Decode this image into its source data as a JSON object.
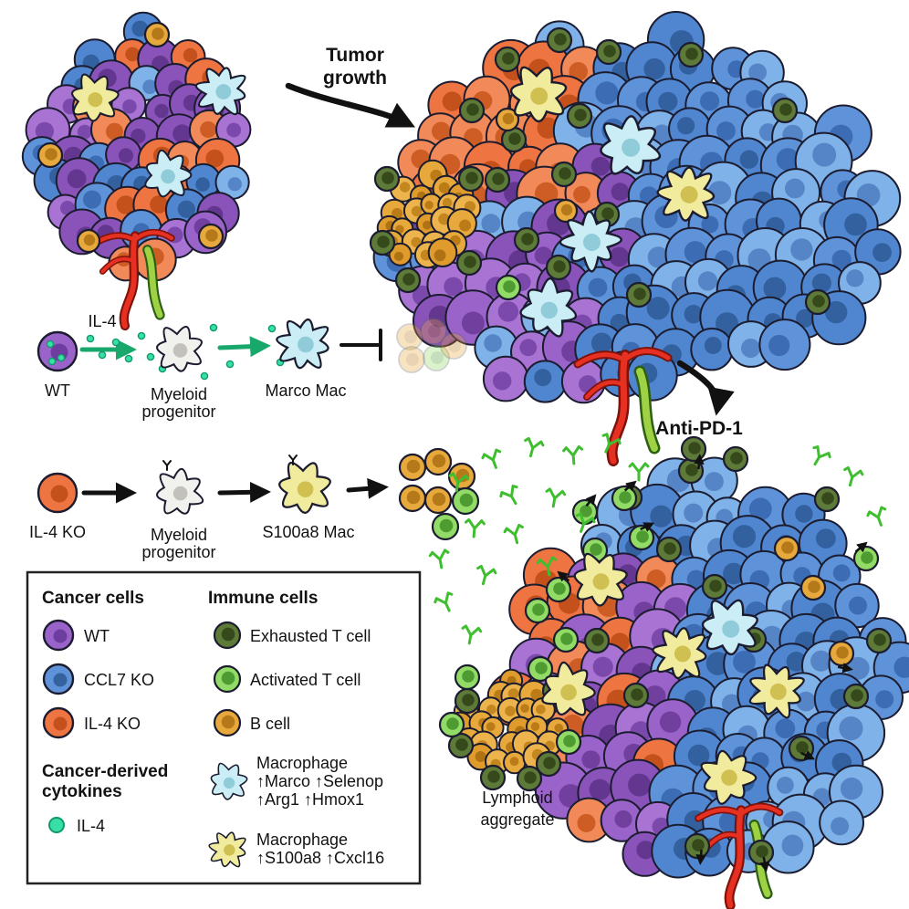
{
  "palette": {
    "outline": "#1c1c30",
    "cancer_wt": "#9a63c9",
    "cancer_ccl7ko": "#5f93d9",
    "cancer_il4ko": "#ee7442",
    "b_cell": "#e7a93c",
    "t_exhausted": "#5d7a38",
    "t_activated": "#92db66",
    "il4_cytokine": "#38dfa7",
    "mac_marco": "#cbeef6",
    "mac_s100a8": "#f1eb9e",
    "myeloid_progenitor": "#f1f1ed",
    "antibody": "#3fbe2f",
    "vessel_red": "#e63122",
    "vessel_green": "#9ed244",
    "arrow_green": "#18a86b",
    "arrow_black": "#111111"
  },
  "figure": {
    "labels": {
      "tumor_growth_line1": "Tumor",
      "tumor_growth_line2": "growth",
      "anti_pd1": "Anti-PD-1",
      "lymphoid_line1": "Lymphoid",
      "lymphoid_line2": "aggregate"
    },
    "pathway_wt": {
      "cell_label": "WT",
      "cytokine_label": "IL-4",
      "progenitor_line1": "Myeloid",
      "progenitor_line2": "progenitor",
      "mac_label": "Marco Mac"
    },
    "pathway_il4ko": {
      "cell_label": "IL-4 KO",
      "progenitor_line1": "Myeloid",
      "progenitor_line2": "progenitor",
      "mac_label": "S100a8 Mac"
    }
  },
  "legend": {
    "cancer_header": "Cancer cells",
    "cancer_items": [
      {
        "label": "WT",
        "color": "#9a63c9"
      },
      {
        "label": "CCL7 KO",
        "color": "#5f93d9"
      },
      {
        "label": "IL-4 KO",
        "color": "#ee7442"
      }
    ],
    "cytokine_header_line1": "Cancer-derived",
    "cytokine_header_line2": "cytokines",
    "cytokine_item": {
      "label": "IL-4",
      "color": "#38dfa7"
    },
    "immune_header": "Immune cells",
    "immune_items": [
      {
        "label": "Exhausted T cell",
        "color": "#5d7a38"
      },
      {
        "label": "Activated T cell",
        "color": "#92db66"
      },
      {
        "label": "B cell",
        "color": "#e7a93c"
      }
    ],
    "macrophage_marco": {
      "line1": "Macrophage",
      "line2": "↑Marco ↑Selenop",
      "line3": "↑Arg1 ↑Hmox1",
      "color": "#cbeef6"
    },
    "macrophage_s100a8": {
      "line1": "Macrophage",
      "line2": "↑S100a8 ↑Cxcl16",
      "color": "#f1eb9e"
    }
  }
}
